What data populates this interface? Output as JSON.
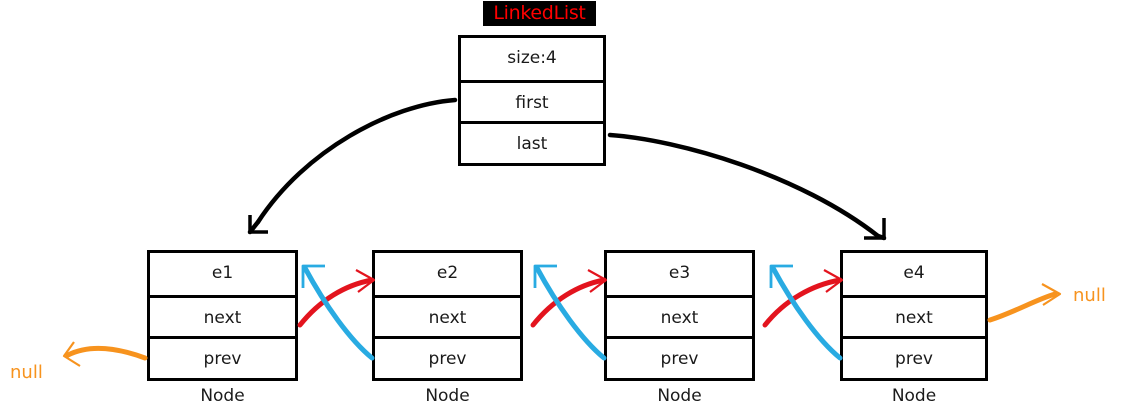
{
  "diagram": {
    "title": "LinkedList",
    "title_color": "#ff0000",
    "title_background": "#000000"
  },
  "linkedlist": {
    "fields": [
      {
        "label": "size:4"
      },
      {
        "label": "first"
      },
      {
        "label": "last"
      }
    ]
  },
  "nodes": [
    {
      "value": "e1",
      "next_label": "next",
      "prev_label": "prev",
      "type_label": "Node"
    },
    {
      "value": "e2",
      "next_label": "next",
      "prev_label": "prev",
      "type_label": "Node"
    },
    {
      "value": "e3",
      "next_label": "next",
      "prev_label": "prev",
      "type_label": "Node"
    },
    {
      "value": "e4",
      "next_label": "next",
      "prev_label": "prev",
      "type_label": "Node"
    }
  ],
  "terminators": {
    "head_prev_null": "null",
    "tail_next_null": "null"
  },
  "colors": {
    "next_pointer": "#e3141e",
    "prev_pointer": "#29abe2",
    "null_pointer": "#f7931e",
    "reference_pointer": "#000000",
    "box_border": "#000000",
    "box_fill": "#ffffff",
    "text": "#1a1a1a"
  }
}
